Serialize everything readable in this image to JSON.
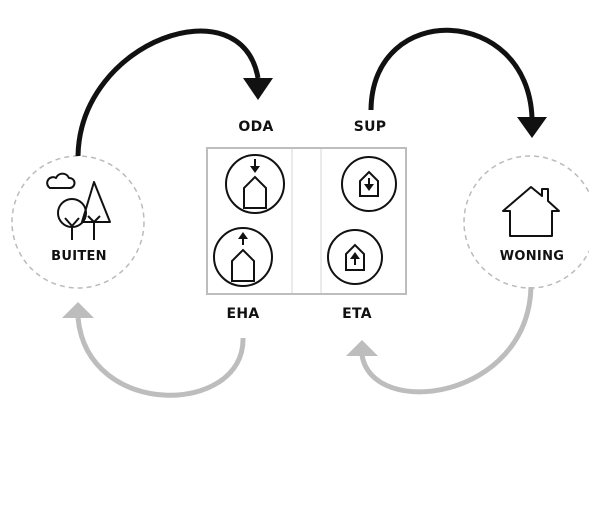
{
  "labels": {
    "oda": "ODA",
    "sup": "SUP",
    "eha": "EHA",
    "eta": "ETA",
    "outside": "BUITEN",
    "home": "WONING"
  },
  "icons": {
    "outside": "trees-cloud-icon",
    "home": "house-icon",
    "oda": "house-arrow-down-icon",
    "eha": "house-arrow-up-icon",
    "sup": "house-inner-arrow-down-icon",
    "eta": "house-inner-arrow-up-icon"
  },
  "colors": {
    "ink": "#111111",
    "return_arrow": "#bdbdbd",
    "dashed_circle": "#bbbbbb",
    "unit_border": "#bdbdbd"
  }
}
